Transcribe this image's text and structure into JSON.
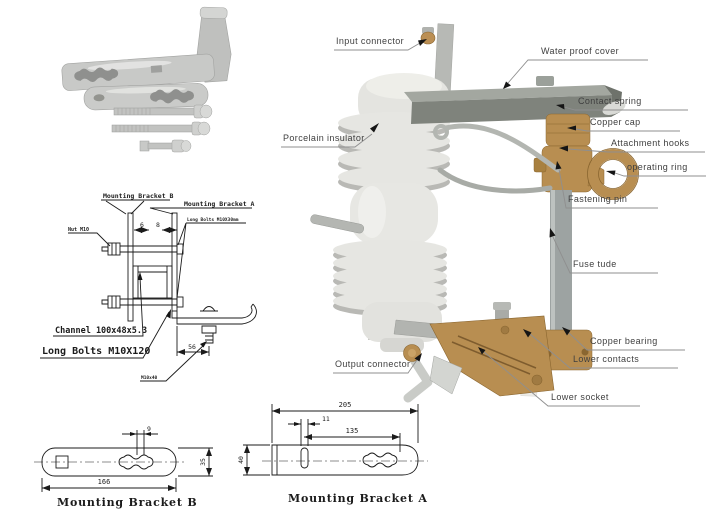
{
  "photo_labels": {
    "input_connector": "Input connector",
    "porcelain_insulator": "Porcelain insulator",
    "water_proof_cover": "Water proof cover",
    "contact_spring": "Contact spring",
    "copper_cap": "Copper cap",
    "attachment_hooks": "Attachment hooks",
    "operating_ring": "operating ring",
    "fastening_pin": "Fastening pin",
    "fuse_tube": "Fuse tude",
    "copper_bearing": "Copper bearing",
    "lower_contacts": "Lower contacts",
    "lower_socket": "Lower socket",
    "output_connector": "Output connector"
  },
  "assembly": {
    "bracket_b": "Mounting Bracket B",
    "bracket_a": "Mounting Bracket A",
    "nut_note": "Nut M10",
    "long_bolts_note": "Long Bolts M10X30mm",
    "channel": "Channel 100x48x5.3",
    "long_bolts": "Long Bolts M10X120",
    "bolt_note": "M10x40",
    "dim_6": "6",
    "dim_8": "8",
    "dim_56": "56"
  },
  "bracket_b_dwg": {
    "title": "Mounting Bracket B",
    "dim_slot": "9",
    "dim_len": "166",
    "dim_h": "35"
  },
  "bracket_a_dwg": {
    "title": "Mounting Bracket A",
    "dim_len": "205",
    "dim_slot": "11",
    "dim_offset": "135",
    "dim_h": "40"
  },
  "colors": {
    "brass": "#b88e51",
    "brass_dark": "#8a6630",
    "porcelain": "#e6e6e2",
    "metal_gray": "#9da3a2",
    "line": "#1b1b1b",
    "label_text": "#3f3f3f"
  }
}
